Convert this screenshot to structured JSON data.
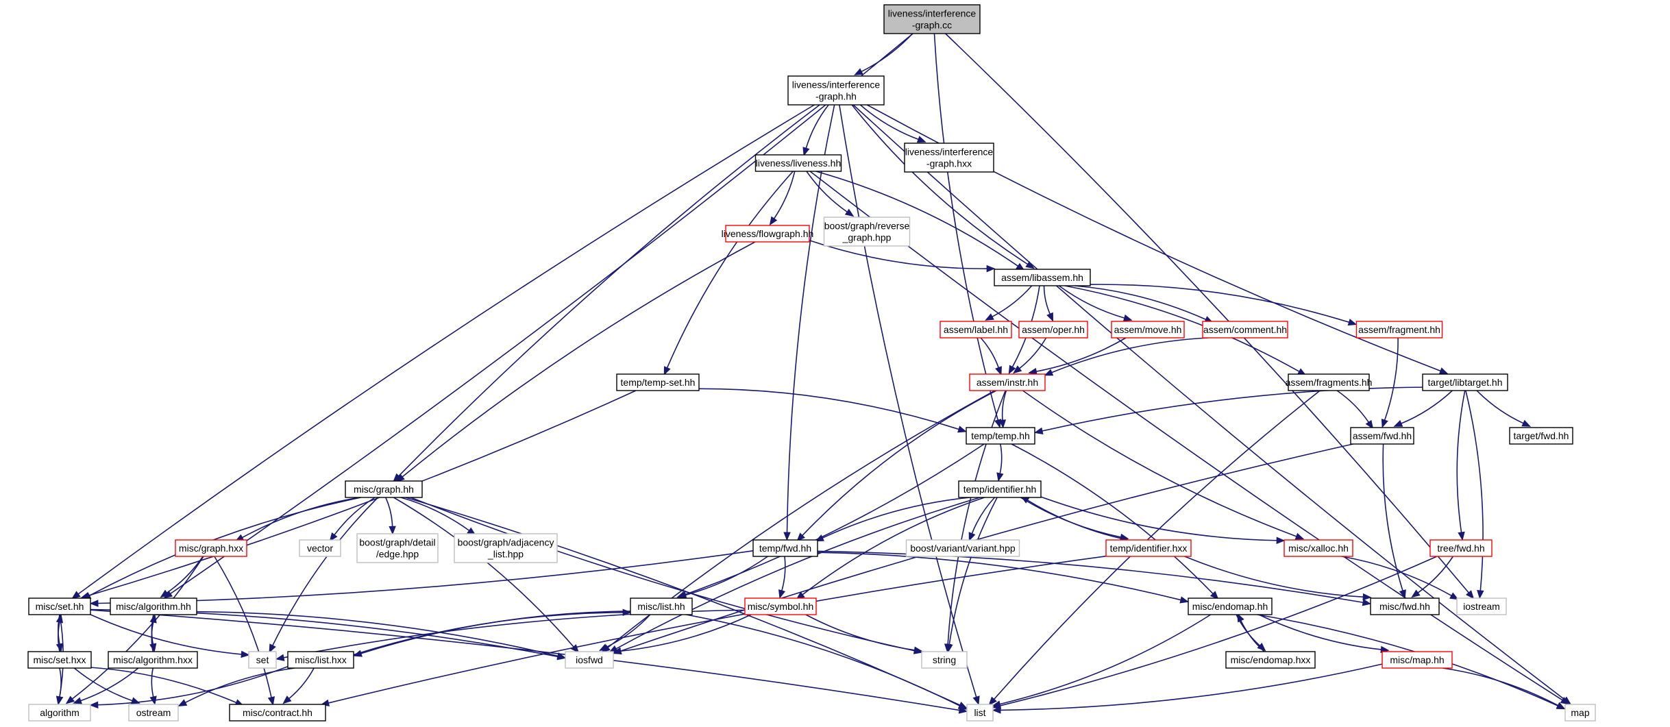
{
  "colors": {
    "edge": "#191970",
    "root_fill": "#bfbfbf",
    "normal_border": "#000000",
    "truncated_border": "#ff0000",
    "external_border": "#bfbfbf",
    "node_fill": "#ffffff"
  },
  "nodes": [
    {
      "id": "root",
      "lines": [
        "liveness/interference",
        "-graph.cc"
      ],
      "style": "root"
    },
    {
      "id": "ig_hh",
      "lines": [
        "liveness/interference",
        "-graph.hh"
      ],
      "style": "normal"
    },
    {
      "id": "ig_hxx",
      "lines": [
        "liveness/interference",
        "-graph.hxx"
      ],
      "style": "normal"
    },
    {
      "id": "liveness_hh",
      "lines": [
        "liveness/liveness.hh"
      ],
      "style": "normal"
    },
    {
      "id": "flowgraph_hh",
      "lines": [
        "liveness/flowgraph.hh"
      ],
      "style": "truncated"
    },
    {
      "id": "reverse_graph",
      "lines": [
        "boost/graph/reverse",
        "_graph.hpp"
      ],
      "style": "external"
    },
    {
      "id": "libassem_hh",
      "lines": [
        "assem/libassem.hh"
      ],
      "style": "normal"
    },
    {
      "id": "label_hh",
      "lines": [
        "assem/label.hh"
      ],
      "style": "truncated"
    },
    {
      "id": "oper_hh",
      "lines": [
        "assem/oper.hh"
      ],
      "style": "truncated"
    },
    {
      "id": "move_hh",
      "lines": [
        "assem/move.hh"
      ],
      "style": "truncated"
    },
    {
      "id": "comment_hh",
      "lines": [
        "assem/comment.hh"
      ],
      "style": "truncated"
    },
    {
      "id": "fragment_hh",
      "lines": [
        "assem/fragment.hh"
      ],
      "style": "truncated"
    },
    {
      "id": "fragments_hh",
      "lines": [
        "assem/fragments.hh"
      ],
      "style": "normal"
    },
    {
      "id": "instr_hh",
      "lines": [
        "assem/instr.hh"
      ],
      "style": "truncated"
    },
    {
      "id": "temp_set_hh",
      "lines": [
        "temp/temp-set.hh"
      ],
      "style": "normal"
    },
    {
      "id": "temp_hh",
      "lines": [
        "temp/temp.hh"
      ],
      "style": "normal"
    },
    {
      "id": "libtarget_hh",
      "lines": [
        "target/libtarget.hh"
      ],
      "style": "normal"
    },
    {
      "id": "assem_fwd_hh",
      "lines": [
        "assem/fwd.hh"
      ],
      "style": "normal"
    },
    {
      "id": "target_fwd_hh",
      "lines": [
        "target/fwd.hh"
      ],
      "style": "normal"
    },
    {
      "id": "identifier_hh",
      "lines": [
        "temp/identifier.hh"
      ],
      "style": "normal"
    },
    {
      "id": "misc_graph_hh",
      "lines": [
        "misc/graph.hh"
      ],
      "style": "normal"
    },
    {
      "id": "vector",
      "lines": [
        "vector"
      ],
      "style": "external"
    },
    {
      "id": "edge_hpp",
      "lines": [
        "boost/graph/detail",
        "/edge.hpp"
      ],
      "style": "external"
    },
    {
      "id": "adjacency_hpp",
      "lines": [
        "boost/graph/adjacency",
        "_list.hpp"
      ],
      "style": "external"
    },
    {
      "id": "variant_hpp",
      "lines": [
        "boost/variant/variant.hpp"
      ],
      "style": "external"
    },
    {
      "id": "misc_graph_hxx",
      "lines": [
        "misc/graph.hxx"
      ],
      "style": "truncated"
    },
    {
      "id": "temp_fwd_hh",
      "lines": [
        "temp/fwd.hh"
      ],
      "style": "normal"
    },
    {
      "id": "identifier_hxx",
      "lines": [
        "temp/identifier.hxx"
      ],
      "style": "truncated"
    },
    {
      "id": "xalloc_hh",
      "lines": [
        "misc/xalloc.hh"
      ],
      "style": "truncated"
    },
    {
      "id": "tree_fwd_hh",
      "lines": [
        "tree/fwd.hh"
      ],
      "style": "truncated"
    },
    {
      "id": "misc_set_hh",
      "lines": [
        "misc/set.hh"
      ],
      "style": "normal"
    },
    {
      "id": "misc_algorithm_hh",
      "lines": [
        "misc/algorithm.hh"
      ],
      "style": "normal"
    },
    {
      "id": "misc_list_hh",
      "lines": [
        "misc/list.hh"
      ],
      "style": "normal"
    },
    {
      "id": "misc_symbol_hh",
      "lines": [
        "misc/symbol.hh"
      ],
      "style": "truncated"
    },
    {
      "id": "misc_endomap_hh",
      "lines": [
        "misc/endomap.hh"
      ],
      "style": "normal"
    },
    {
      "id": "misc_fwd_hh",
      "lines": [
        "misc/fwd.hh"
      ],
      "style": "normal"
    },
    {
      "id": "iostream",
      "lines": [
        "iostream"
      ],
      "style": "external"
    },
    {
      "id": "misc_set_hxx",
      "lines": [
        "misc/set.hxx"
      ],
      "style": "normal"
    },
    {
      "id": "misc_algorithm_hxx",
      "lines": [
        "misc/algorithm.hxx"
      ],
      "style": "normal"
    },
    {
      "id": "set",
      "lines": [
        "set"
      ],
      "style": "external"
    },
    {
      "id": "misc_list_hxx",
      "lines": [
        "misc/list.hxx"
      ],
      "style": "normal"
    },
    {
      "id": "iosfwd",
      "lines": [
        "iosfwd"
      ],
      "style": "external"
    },
    {
      "id": "string",
      "lines": [
        "string"
      ],
      "style": "external"
    },
    {
      "id": "misc_endomap_hxx",
      "lines": [
        "misc/endomap.hxx"
      ],
      "style": "normal"
    },
    {
      "id": "misc_map_hh",
      "lines": [
        "misc/map.hh"
      ],
      "style": "truncated"
    },
    {
      "id": "algorithm",
      "lines": [
        "algorithm"
      ],
      "style": "external"
    },
    {
      "id": "ostream",
      "lines": [
        "ostream"
      ],
      "style": "external"
    },
    {
      "id": "misc_contract_hh",
      "lines": [
        "misc/contract.hh"
      ],
      "style": "normal"
    },
    {
      "id": "list",
      "lines": [
        "list"
      ],
      "style": "external"
    },
    {
      "id": "map",
      "lines": [
        "map"
      ],
      "style": "external"
    }
  ],
  "edges": [
    [
      "root",
      "ig_hh"
    ],
    [
      "root",
      "misc_algorithm_hh"
    ],
    [
      "root",
      "temp_hh"
    ],
    [
      "root",
      "iostream"
    ],
    [
      "ig_hh",
      "ig_hxx"
    ],
    [
      "ig_hh",
      "liveness_hh"
    ],
    [
      "ig_hh",
      "libassem_hh"
    ],
    [
      "ig_hh",
      "misc_graph_hh"
    ],
    [
      "ig_hh",
      "misc_set_hh"
    ],
    [
      "ig_hh",
      "temp_fwd_hh"
    ],
    [
      "ig_hh",
      "libtarget_hh"
    ],
    [
      "ig_hh",
      "map"
    ],
    [
      "ig_hh",
      "list"
    ],
    [
      "liveness_hh",
      "flowgraph_hh"
    ],
    [
      "liveness_hh",
      "reverse_graph"
    ],
    [
      "liveness_hh",
      "libassem_hh"
    ],
    [
      "liveness_hh",
      "temp_set_hh"
    ],
    [
      "liveness_hh",
      "map"
    ],
    [
      "flowgraph_hh",
      "libassem_hh"
    ],
    [
      "flowgraph_hh",
      "misc_graph_hh"
    ],
    [
      "libassem_hh",
      "label_hh"
    ],
    [
      "libassem_hh",
      "oper_hh"
    ],
    [
      "libassem_hh",
      "move_hh"
    ],
    [
      "libassem_hh",
      "comment_hh"
    ],
    [
      "libassem_hh",
      "fragment_hh"
    ],
    [
      "libassem_hh",
      "fragments_hh"
    ],
    [
      "libassem_hh",
      "instr_hh"
    ],
    [
      "label_hh",
      "instr_hh"
    ],
    [
      "oper_hh",
      "instr_hh"
    ],
    [
      "move_hh",
      "instr_hh"
    ],
    [
      "comment_hh",
      "instr_hh"
    ],
    [
      "fragment_hh",
      "assem_fwd_hh"
    ],
    [
      "fragments_hh",
      "assem_fwd_hh"
    ],
    [
      "fragments_hh",
      "list"
    ],
    [
      "instr_hh",
      "temp_hh"
    ],
    [
      "instr_hh",
      "temp_fwd_hh"
    ],
    [
      "instr_hh",
      "iosfwd"
    ],
    [
      "instr_hh",
      "xalloc_hh"
    ],
    [
      "instr_hh",
      "string"
    ],
    [
      "temp_set_hh",
      "temp_hh"
    ],
    [
      "temp_set_hh",
      "misc_set_hh"
    ],
    [
      "libtarget_hh",
      "temp_hh"
    ],
    [
      "libtarget_hh",
      "assem_fwd_hh"
    ],
    [
      "libtarget_hh",
      "target_fwd_hh"
    ],
    [
      "libtarget_hh",
      "tree_fwd_hh"
    ],
    [
      "libtarget_hh",
      "iostream"
    ],
    [
      "assem_fwd_hh",
      "misc_fwd_hh"
    ],
    [
      "assem_fwd_hh",
      "iosfwd"
    ],
    [
      "temp_hh",
      "identifier_hh"
    ],
    [
      "temp_hh",
      "misc_list_hh"
    ],
    [
      "temp_hh",
      "misc_endomap_hh"
    ],
    [
      "identifier_hh",
      "temp_fwd_hh"
    ],
    [
      "identifier_hh",
      "variant_hpp"
    ],
    [
      "identifier_hh",
      "identifier_hxx"
    ],
    [
      "identifier_hh",
      "xalloc_hh"
    ],
    [
      "identifier_hh",
      "misc_symbol_hh"
    ],
    [
      "identifier_hh",
      "iosfwd"
    ],
    [
      "identifier_hh",
      "string"
    ],
    [
      "identifier_hxx",
      "identifier_hh"
    ],
    [
      "identifier_hxx",
      "misc_contract_hh"
    ],
    [
      "identifier_hxx",
      "misc_fwd_hh"
    ],
    [
      "xalloc_hh",
      "iostream"
    ],
    [
      "tree_fwd_hh",
      "misc_fwd_hh"
    ],
    [
      "tree_fwd_hh",
      "list"
    ],
    [
      "misc_graph_hh",
      "vector"
    ],
    [
      "misc_graph_hh",
      "edge_hpp"
    ],
    [
      "misc_graph_hh",
      "adjacency_hpp"
    ],
    [
      "misc_graph_hh",
      "misc_graph_hxx"
    ],
    [
      "misc_graph_hh",
      "misc_set_hh"
    ],
    [
      "misc_graph_hh",
      "set"
    ],
    [
      "misc_graph_hh",
      "iosfwd"
    ],
    [
      "misc_graph_hh",
      "string"
    ],
    [
      "misc_graph_hh",
      "list"
    ],
    [
      "misc_graph_hxx",
      "misc_algorithm_hh"
    ],
    [
      "misc_graph_hxx",
      "algorithm"
    ],
    [
      "misc_graph_hxx",
      "misc_contract_hh"
    ],
    [
      "temp_fwd_hh",
      "misc_list_hh"
    ],
    [
      "temp_fwd_hh",
      "misc_symbol_hh"
    ],
    [
      "temp_fwd_hh",
      "misc_set_hh"
    ],
    [
      "temp_fwd_hh",
      "misc_endomap_hh"
    ],
    [
      "temp_fwd_hh",
      "misc_fwd_hh"
    ],
    [
      "misc_set_hh",
      "misc_set_hxx"
    ],
    [
      "misc_set_hh",
      "algorithm"
    ],
    [
      "misc_set_hh",
      "set"
    ],
    [
      "misc_set_hh",
      "iosfwd"
    ],
    [
      "misc_set_hh",
      "list"
    ],
    [
      "misc_set_hxx",
      "misc_set_hh"
    ],
    [
      "misc_set_hxx",
      "algorithm"
    ],
    [
      "misc_set_hxx",
      "ostream"
    ],
    [
      "misc_set_hxx",
      "misc_contract_hh"
    ],
    [
      "misc_algorithm_hh",
      "misc_algorithm_hxx"
    ],
    [
      "misc_algorithm_hh",
      "iosfwd"
    ],
    [
      "misc_algorithm_hxx",
      "misc_algorithm_hh"
    ],
    [
      "misc_algorithm_hxx",
      "algorithm"
    ],
    [
      "misc_algorithm_hxx",
      "ostream"
    ],
    [
      "misc_list_hh",
      "misc_list_hxx"
    ],
    [
      "misc_list_hh",
      "iosfwd"
    ],
    [
      "misc_list_hh",
      "list"
    ],
    [
      "misc_list_hxx",
      "misc_list_hh"
    ],
    [
      "misc_list_hxx",
      "algorithm"
    ],
    [
      "misc_list_hxx",
      "ostream"
    ],
    [
      "misc_list_hxx",
      "misc_contract_hh"
    ],
    [
      "misc_symbol_hh",
      "set"
    ],
    [
      "misc_symbol_hh",
      "iosfwd"
    ],
    [
      "misc_symbol_hh",
      "string"
    ],
    [
      "misc_endomap_hh",
      "misc_endomap_hxx"
    ],
    [
      "misc_endomap_hh",
      "misc_map_hh"
    ],
    [
      "misc_endomap_hh",
      "list"
    ],
    [
      "misc_endomap_hh",
      "map"
    ],
    [
      "misc_endomap_hxx",
      "misc_endomap_hh"
    ],
    [
      "misc_map_hh",
      "list"
    ],
    [
      "misc_map_hh",
      "map"
    ]
  ]
}
